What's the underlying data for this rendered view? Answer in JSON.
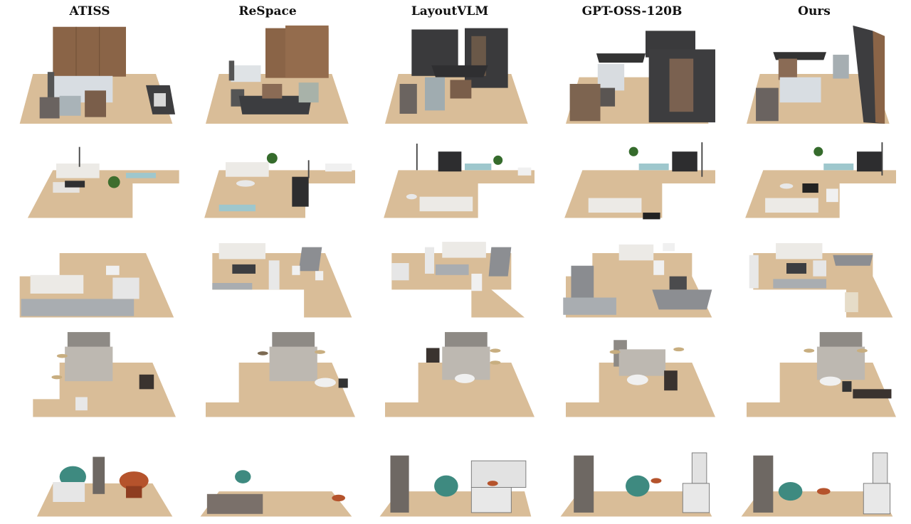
{
  "columns": [
    {
      "id": "atiss",
      "title": "ATISS"
    },
    {
      "id": "respace",
      "title": "ReSpace"
    },
    {
      "id": "layoutvlm",
      "title": "LayoutVLM"
    },
    {
      "id": "gptoss",
      "title": "GPT-OSS-120B"
    },
    {
      "id": "ours",
      "title": "Ours"
    }
  ],
  "rows": [
    {
      "id": "bedroom-wardrobe",
      "scene": "bedroom with wardrobe, armchairs and desk"
    },
    {
      "id": "living-piano",
      "scene": "L-shaped living room with sofa, piano and tv stand"
    },
    {
      "id": "living-dining",
      "scene": "living room with sofa and dining table"
    },
    {
      "id": "bedroom-double",
      "scene": "bedroom with double bed and side tables"
    },
    {
      "id": "kitchen-lounge",
      "scene": "lounge with armchair and kitchen cabinets"
    }
  ],
  "colors": {
    "floor": "#d9bd98",
    "floor_edge": "#c9aa82",
    "wood": "#8a6447",
    "dark_cabinet": "#3a3a3c",
    "sofa": "#eceae6",
    "bed": "#bdb8b1",
    "teal": "#3e8a80",
    "table_red": "#b5532c"
  }
}
